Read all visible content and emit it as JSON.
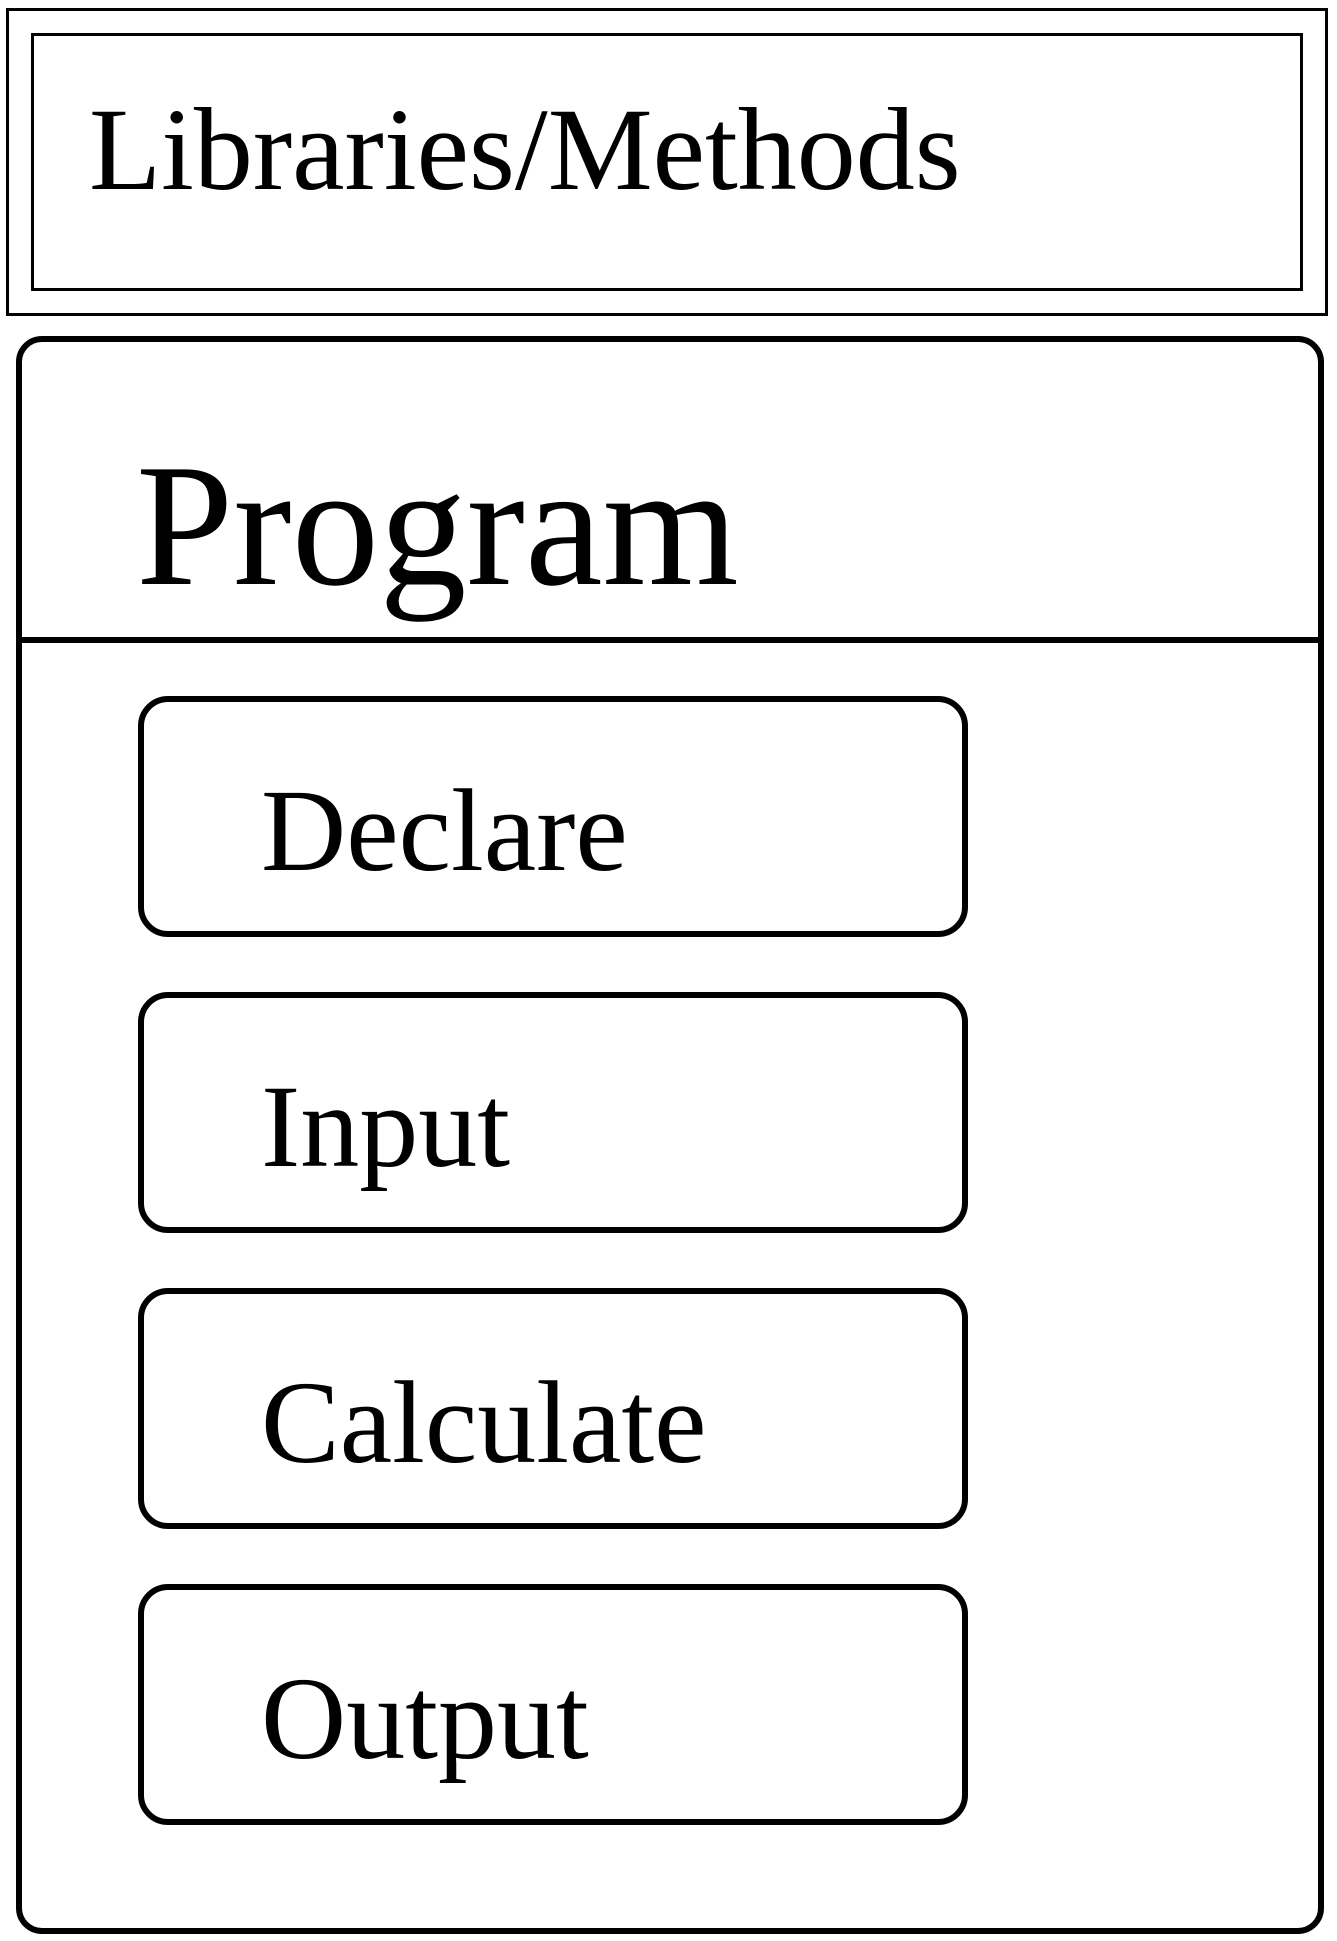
{
  "libraries": {
    "label": "Libraries/Methods"
  },
  "program": {
    "label": "Program",
    "steps": [
      {
        "label": "Declare"
      },
      {
        "label": "Input"
      },
      {
        "label": "Calculate"
      },
      {
        "label": "Output"
      }
    ]
  }
}
